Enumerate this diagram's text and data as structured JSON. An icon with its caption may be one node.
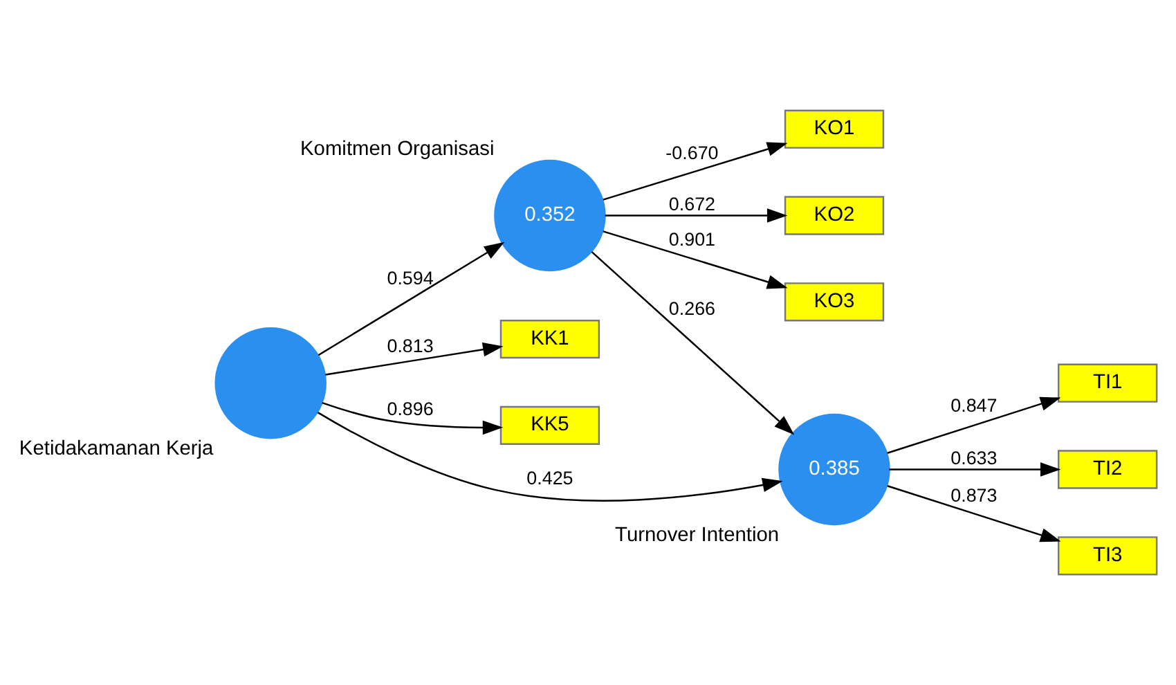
{
  "diagram": {
    "nodes": [
      {
        "text": [
          "KO1"
        ]
      },
      {
        "text": [
          "KO2"
        ]
      },
      {
        "text": [
          "KO3"
        ]
      },
      {
        "text": [
          "0.352"
        ],
        "beside": [
          "Komitmen Organisasi"
        ]
      },
      {
        "text": [
          "KK1"
        ]
      },
      {
        "text": [
          "KK5"
        ]
      },
      {
        "text": [],
        "shape": "circle",
        "beside": [
          "Ketidakamanan Kerja"
        ]
      },
      {
        "text": [
          "0.385"
        ],
        "beside": [
          "Turnover Intention"
        ]
      },
      {
        "text": [
          "TI1"
        ]
      },
      {
        "text": [
          "TI2"
        ]
      },
      {
        "text": [
          "TI3"
        ]
      }
    ],
    "edges": [
      {
        "from": 3,
        "to": 0,
        "arrow": "to",
        "label": "-0.670"
      },
      {
        "from": 3,
        "to": 1,
        "arrow": "to",
        "label": "0.672"
      },
      {
        "from": 3,
        "to": 2,
        "arrow": "to",
        "label": "0.901"
      },
      {
        "from": 6,
        "to": 4,
        "arrow": "to",
        "label": "0.813"
      },
      {
        "from": 6,
        "to": 5,
        "arrow": "to",
        "label": "0.896"
      },
      {
        "from": 6,
        "to": 3,
        "arrow": "to",
        "label": "0.594"
      },
      {
        "from": 3,
        "to": 7,
        "arrow": "to",
        "label": "0.266"
      },
      {
        "from": 6,
        "to": 7,
        "arrow": "to",
        "label": "0.425"
      },
      {
        "from": 7,
        "to": 8,
        "arrow": "to",
        "label": "0.847"
      },
      {
        "from": 7,
        "to": 9,
        "arrow": "to",
        "label": "0.633"
      },
      {
        "from": 7,
        "to": 10,
        "arrow": "to",
        "label": "0.873"
      }
    ]
  }
}
